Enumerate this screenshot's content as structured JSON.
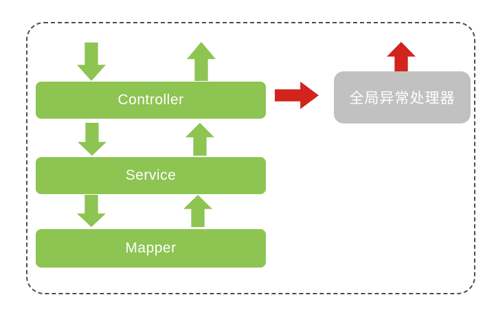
{
  "diagram": {
    "layers": [
      {
        "label": "Controller"
      },
      {
        "label": "Service"
      },
      {
        "label": "Mapper"
      }
    ],
    "handler": {
      "label": "全局异常处理器"
    },
    "colors": {
      "green": "#8dc452",
      "red": "#d2231d",
      "gray": "#c2c1c1",
      "frame_border": "#4b4b4b",
      "label_text": "#ffffff"
    }
  }
}
